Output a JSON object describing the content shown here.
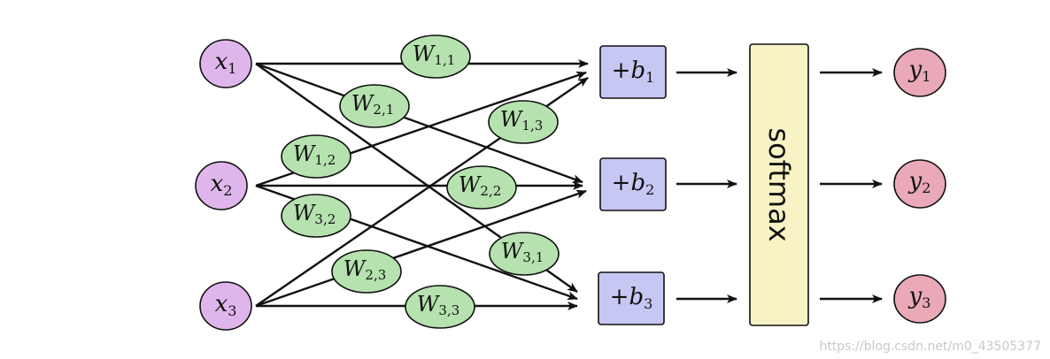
{
  "diagram": {
    "colors": {
      "input_fill": "#dfb6ec",
      "weight_fill": "#b5e2ae",
      "bias_fill": "#c7c7f3",
      "softmax_fill": "#f7f3c4",
      "output_fill": "#e9a9b7",
      "stroke": "#111111"
    },
    "inputs": [
      {
        "base": "x",
        "sub": "1"
      },
      {
        "base": "x",
        "sub": "2"
      },
      {
        "base": "x",
        "sub": "3"
      }
    ],
    "weights": [
      {
        "base": "W",
        "sub": "1,1"
      },
      {
        "base": "W",
        "sub": "2,1"
      },
      {
        "base": "W",
        "sub": "1,2"
      },
      {
        "base": "W",
        "sub": "1,3"
      },
      {
        "base": "W",
        "sub": "2,2"
      },
      {
        "base": "W",
        "sub": "3,2"
      },
      {
        "base": "W",
        "sub": "3,1"
      },
      {
        "base": "W",
        "sub": "2,3"
      },
      {
        "base": "W",
        "sub": "3,3"
      }
    ],
    "biases": [
      {
        "prefix": "+",
        "base": "b",
        "sub": "1"
      },
      {
        "prefix": "+",
        "base": "b",
        "sub": "2"
      },
      {
        "prefix": "+",
        "base": "b",
        "sub": "3"
      }
    ],
    "softmax_label": "softmax",
    "outputs": [
      {
        "base": "y",
        "sub": "1"
      },
      {
        "base": "y",
        "sub": "2"
      },
      {
        "base": "y",
        "sub": "3"
      }
    ]
  },
  "watermark": "https://blog.csdn.net/m0_43505377"
}
